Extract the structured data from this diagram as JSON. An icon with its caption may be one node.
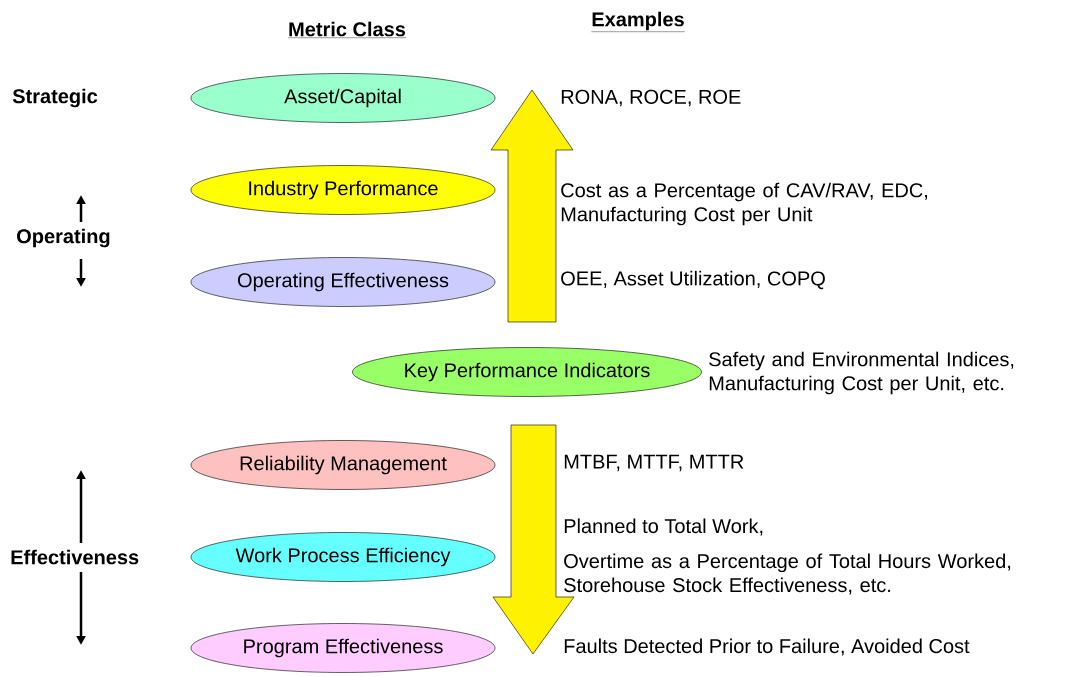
{
  "diagram": {
    "nodes": [
      {
        "text": [
          "Asset/Capital"
        ]
      },
      {
        "text": [
          "Industry Performance"
        ]
      },
      {
        "text": [
          "Operating Effectiveness"
        ]
      },
      {
        "text": [
          "Key Performance Indicators"
        ]
      },
      {
        "text": [
          "Reliability Management"
        ]
      },
      {
        "text": [
          "Work Process Efficiency"
        ]
      },
      {
        "text": [
          "Program Effectiveness"
        ]
      }
    ],
    "labels": [
      "Metric Class",
      "Examples",
      "Strategic",
      "RONA, ROCE, ROE",
      "Cost as a Percentage of CAV/RAV, EDC, Manufacturing Cost per Unit",
      "Operating",
      "OEE, Asset Utilization, COPQ",
      "Safety and Environmental Indices, Manufacturing Cost per Unit, etc.",
      "MTBF, MTTF, MTTR",
      "Effectiveness",
      "Planned to Total Work,",
      "Overtime as a Percentage of Total Hours Worked, Storehouse Stock Effectiveness, etc.",
      "Faults Detected Prior to Failure, Avoided Cost"
    ]
  }
}
